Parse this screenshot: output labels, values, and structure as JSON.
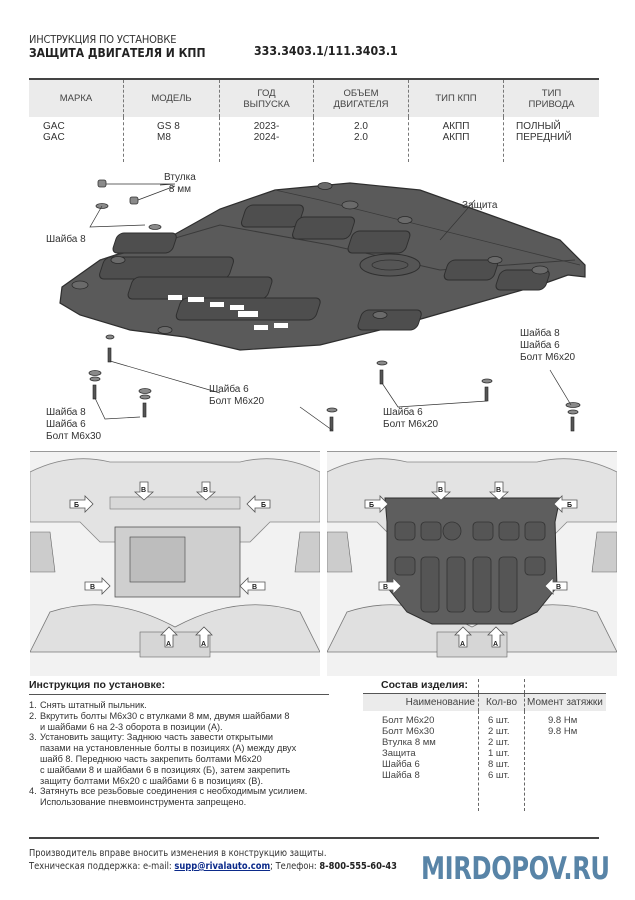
{
  "header": {
    "subtitle": "ИНСТРУКЦИЯ ПО УСТАНОВКЕ",
    "title": "ЗАЩИТА ДВИГАТЕЛЯ И КПП",
    "code": "333.3403.1/111.3403.1"
  },
  "vehicle_table": {
    "headers": [
      [
        "МАРКА"
      ],
      [
        "МОДЕЛЬ"
      ],
      [
        "ГОД",
        "ВЫПУСКА"
      ],
      [
        "ОБЪЕМ",
        "ДВИГАТЕЛЯ"
      ],
      [
        "ТИП КПП"
      ],
      [
        "ТИП",
        "ПРИВОДА"
      ]
    ],
    "columns": [
      [
        "GAC",
        "GAC"
      ],
      [
        "GS 8",
        "M8"
      ],
      [
        "2023-",
        "2024-"
      ],
      [
        "2.0",
        "2.0"
      ],
      [
        "АКПП",
        "АКПП"
      ],
      [
        "ПОЛНЫЙ",
        "ПЕРЕДНИЙ"
      ]
    ]
  },
  "diagram": {
    "callouts": {
      "bushing": [
        "Втулка",
        "8 мм"
      ],
      "washer8_top": [
        "Шайба 8"
      ],
      "guard": [
        "Защита"
      ],
      "rear_right": [
        "Шайба 8",
        "Шайба 6",
        "Болт М6х20"
      ],
      "mid_left": [
        "Шайба 6",
        "Болт М6х20"
      ],
      "left_bottom": [
        "Шайба 8",
        "Шайба 6",
        "Болт М6х30"
      ],
      "center_bottom": [
        "Шайба 6",
        "Болт М6х20"
      ]
    },
    "position_labels": {
      "a": "А",
      "b": "Б",
      "v": "В"
    },
    "colors": {
      "guard_fill": "#5a5a5a",
      "guard_edge": "#2e2e2e",
      "arrow_fill": "#ffffff"
    }
  },
  "instructions": {
    "title": "Инструкция по установке:",
    "steps": [
      {
        "num": "1.",
        "lines": [
          "Снять штатный пыльник."
        ]
      },
      {
        "num": "2.",
        "lines": [
          "Вкрутить болты М6х30 с втулками 8 мм, двумя шайбами 8",
          "и шайбами 6 на 2-3 оборота в позиции (А)."
        ]
      },
      {
        "num": "3.",
        "lines": [
          "Установить защиту: Заднюю часть завести открытыми",
          "пазами на установленные болты в позициях (А) между двух",
          "шайб 8. Переднюю часть закрепить болтами М6х20",
          "с шайбами 8 и шайбами 6 в позициях (Б), затем закрепить",
          "защиту болтами М6х20 с шайбами 6 в позициях (В)."
        ]
      },
      {
        "num": "4.",
        "lines": [
          "Затянуть все резьбовые соединения с необходимым усилием.",
          "Использование пневмоинструмента запрещено."
        ]
      }
    ]
  },
  "composition": {
    "title": "Состав изделия:",
    "headers": [
      "Наименование",
      "Кол-во",
      "Момент затяжки"
    ],
    "rows": [
      {
        "name": "Болт М6х20",
        "qty": "6 шт.",
        "torque": "9.8 Нм"
      },
      {
        "name": "Болт М6х30",
        "qty": "2 шт.",
        "torque": "9.8 Нм"
      },
      {
        "name": "Втулка 8 мм",
        "qty": "2 шт.",
        "torque": ""
      },
      {
        "name": "Защита",
        "qty": "1 шт.",
        "torque": ""
      },
      {
        "name": "Шайба 6",
        "qty": "8 шт.",
        "torque": ""
      },
      {
        "name": "Шайба 8",
        "qty": "6 шт.",
        "torque": ""
      }
    ]
  },
  "footer": {
    "note": "Производитель вправе вносить изменения в конструкцию защиты.",
    "support_label": "Техническая поддержка:  e-mail: ",
    "email": "supp@rivalauto.com",
    "phone_label": "; Телефон: ",
    "phone": "8-800-555-60-43",
    "watermark": "MIRDOPOV.RU"
  }
}
